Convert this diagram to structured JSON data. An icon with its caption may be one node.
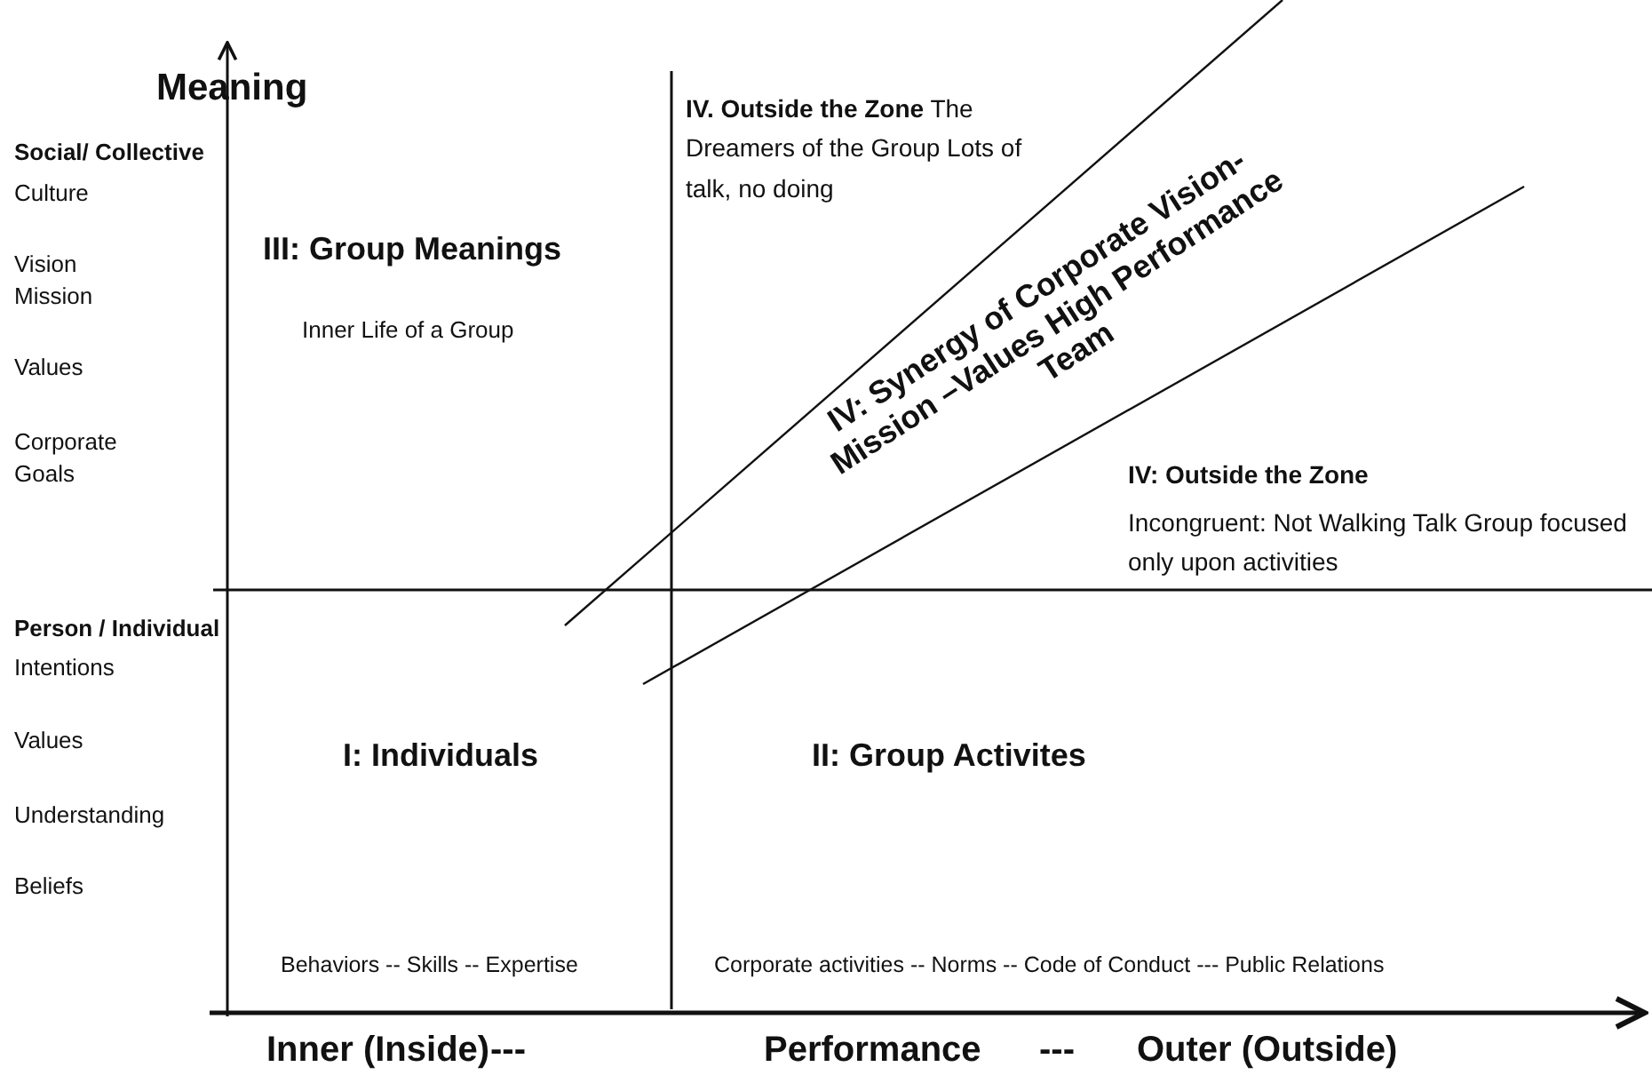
{
  "diagram": {
    "labels": [
      "Meaning",
      "**IV. Outside the Zone** The Dreamers of the Group Lots of talk, no doing",
      "Social/ Collective",
      "Culture",
      "Vision Mission",
      "Values",
      "Corporate Goals",
      "III: Group Meanings",
      "Inner Life of a Group",
      "IV: Synergy of Corporate Vision- Mission –Values High Performance Team",
      "IV: Outside the Zone",
      "Incongruent: Not Walking Talk Group focused only upon activities",
      "Person / Individual",
      "Intentions",
      "Values",
      "Understanding",
      "Beliefs",
      "I: Individuals",
      "II: Group Activites",
      "Behaviors -- Skills -- Expertise",
      "Corporate activities -- Norms -- Code of Conduct --- Public Relations",
      "Inner (Inside)",
      "---",
      "Performance",
      "---",
      "Outer (Outside)"
    ]
  }
}
